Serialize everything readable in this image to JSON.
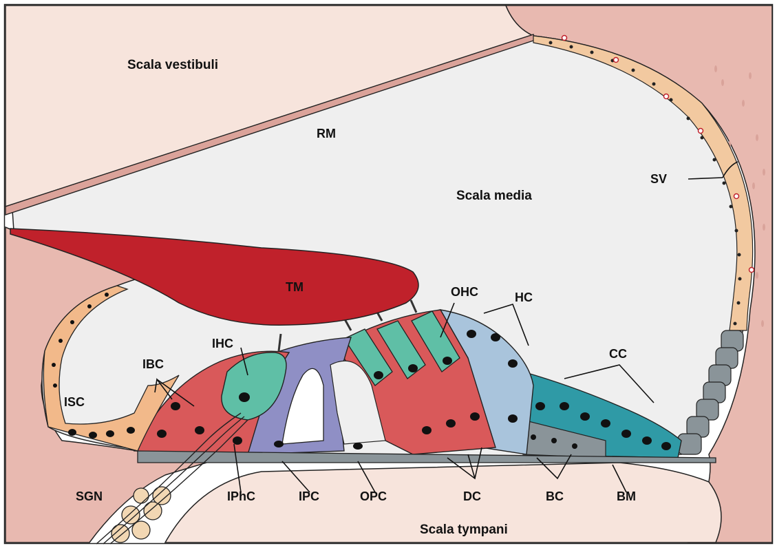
{
  "regions": {
    "scala_vestibuli": "Scala vestibuli",
    "scala_media": "Scala media",
    "scala_tympani": "Scala tympani"
  },
  "structures": {
    "rm": "RM",
    "sv": "SV",
    "tm": "TM",
    "ohc": "OHC",
    "hc": "HC",
    "ihc": "IHC",
    "ibc": "IBC",
    "cc": "CC",
    "isc": "ISC",
    "sgn": "SGN",
    "iphc": "IPhC",
    "ipc": "IPC",
    "opc": "OPC",
    "dc": "DC",
    "bc": "BC",
    "bm": "BM"
  },
  "colors": {
    "background_tissue": "#f7e4dc",
    "lateral_wall": "#e8b9b0",
    "scala_media_fluid": "#efefef",
    "tectorial_membrane": "#c0212b",
    "hair_cells": "#5fbfa6",
    "supporting_cells_red": "#d9595a",
    "pillar_cells": "#8f8fc5",
    "hensen_cells": "#a9c4dc",
    "claudius_cells": "#2f9aa6",
    "inner_sulcus_cells": "#f2b98a",
    "basal_cells": "#8a9499",
    "stria_cells": "#7a7f82"
  }
}
